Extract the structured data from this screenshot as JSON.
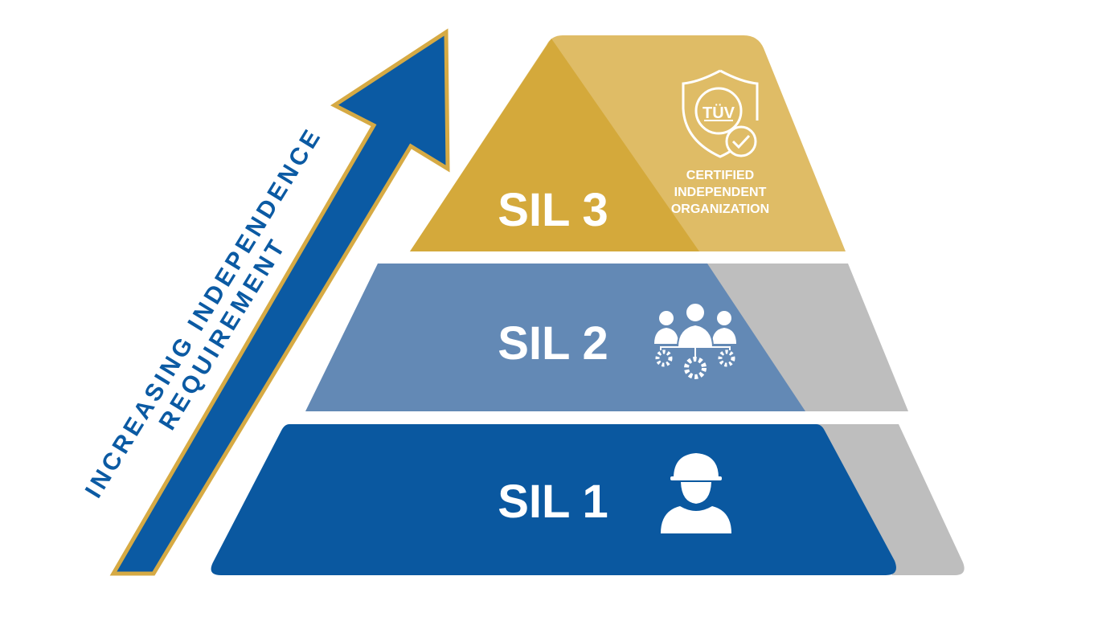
{
  "arrow": {
    "line1": "INCREASING INDEPENDENCE",
    "line2": "REQUIREMENT"
  },
  "levels": [
    {
      "label": "SIL 3",
      "icon": "tuv-shield-check-icon",
      "badge_text": "TÜV",
      "caption": [
        "CERTIFIED",
        "INDEPENDENT",
        "ORGANIZATION"
      ]
    },
    {
      "label": "SIL 2",
      "icon": "team-gears-icon"
    },
    {
      "label": "SIL 1",
      "icon": "hard-hat-worker-icon"
    }
  ],
  "colors": {
    "gold_dark": "#d4a93b",
    "gold_light": "#dfbc66",
    "blue_light": "#6389b5",
    "blue_dark": "#0a58a0",
    "gray": "#bebebe",
    "arrow_border": "#d6aa44"
  }
}
